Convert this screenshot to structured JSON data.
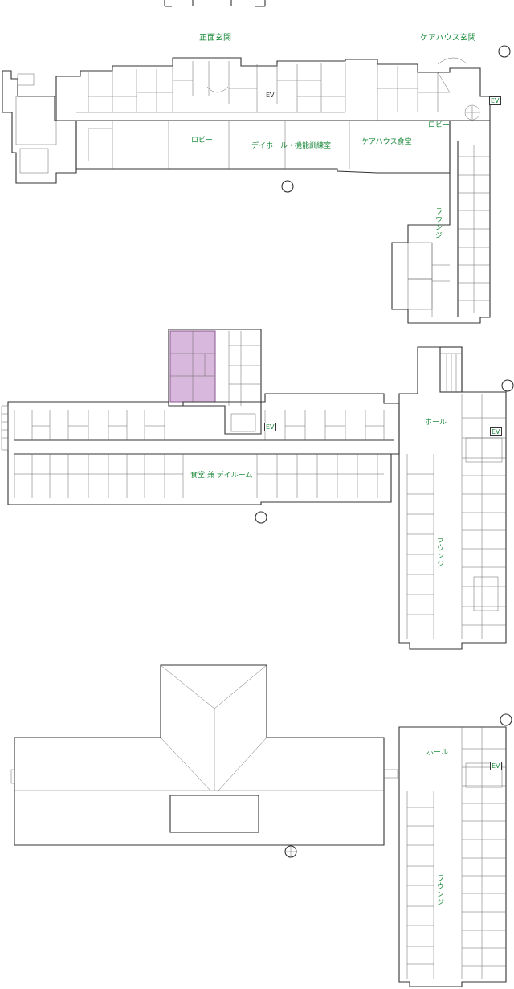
{
  "colors": {
    "label": "#1a8a3a",
    "highlight": "#d9b8dd",
    "line": "#333333"
  },
  "floor1": {
    "main_entrance": "正面玄関",
    "carehouse_entrance": "ケアハウス玄関",
    "lobby_left": "ロビー",
    "dayhall": "デイホール・機能訓練室",
    "carehouse_dining": "ケアハウス食堂",
    "lobby_right": "ロビー",
    "lounge": "ラウンジ",
    "ev_center": "EV",
    "ev_right": "EV"
  },
  "floor2": {
    "dining": "食堂 兼 デイルーム",
    "hall": "ホール",
    "lounge": "ラウンジ",
    "ev_center": "EV",
    "ev_right": "EV"
  },
  "floor3": {
    "hall": "ホール",
    "lounge": "ラウンジ",
    "ev_right": "EV"
  }
}
